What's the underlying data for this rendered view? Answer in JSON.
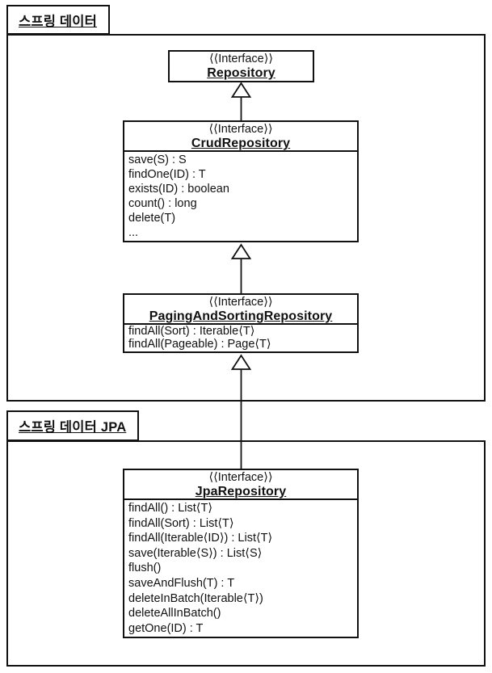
{
  "diagram": {
    "packages": [
      {
        "id": "spring-data",
        "name": "스프링 데이터"
      },
      {
        "id": "spring-data-jpa",
        "name": "스프링 데이터 JPA"
      }
    ],
    "classes": {
      "repository": {
        "stereotype": "⟨⟨Interface⟩⟩",
        "name": "Repository",
        "methods": []
      },
      "crud": {
        "stereotype": "⟨⟨Interface⟩⟩",
        "name": "CrudRepository",
        "methods": [
          "save(S) : S",
          "findOne(ID) : T",
          "exists(ID) : boolean",
          "count() : long",
          "delete(T)",
          "..."
        ]
      },
      "paging": {
        "stereotype": "⟨⟨Interface⟩⟩",
        "name": "PagingAndSortingRepository",
        "methods": [
          "findAll(Sort) : Iterable⟨T⟩",
          "findAll(Pageable) : Page⟨T⟩"
        ]
      },
      "jpa": {
        "stereotype": "⟨⟨Interface⟩⟩",
        "name": "JpaRepository",
        "methods": [
          "findAll() : List⟨T⟩",
          "findAll(Sort) : List⟨T⟩",
          "findAll(Iterable⟨ID⟩) : List⟨T⟩",
          "save(Iterable⟨S⟩) : List⟨S⟩",
          "flush()",
          "saveAndFlush(T) : T",
          "deleteInBatch(Iterable⟨T⟩)",
          "deleteAllInBatch()",
          "getOne(ID) : T"
        ]
      }
    },
    "colors": {
      "line": "#111111",
      "background": "#ffffff"
    }
  }
}
